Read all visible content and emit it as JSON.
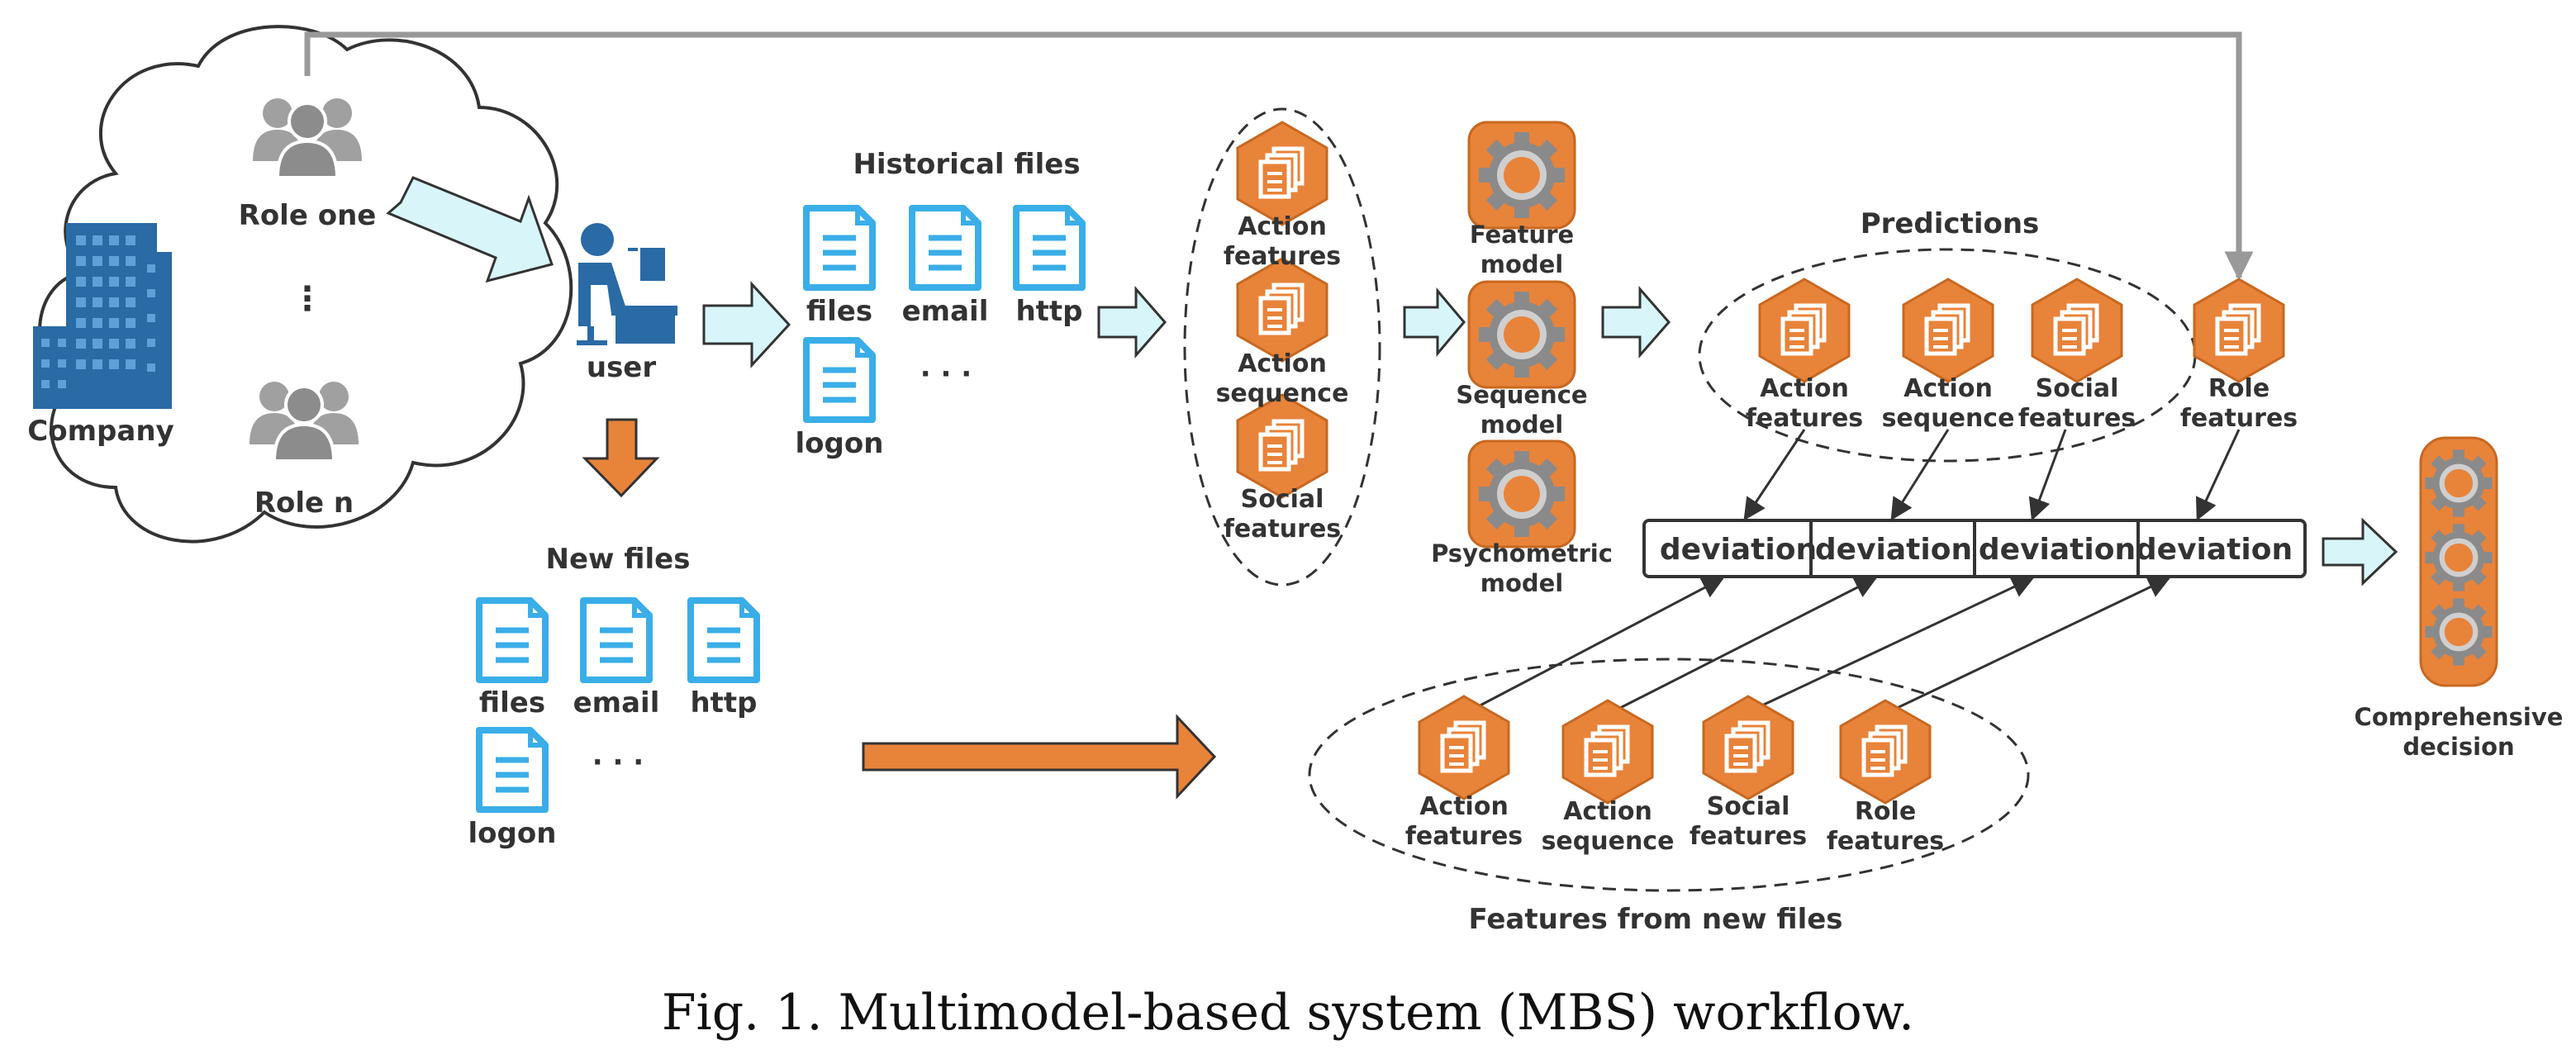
{
  "company": {
    "label": "Company"
  },
  "roles": {
    "role_one": "Role one",
    "ellipsis": "⋮",
    "role_n": "Role n"
  },
  "user": {
    "label": "user"
  },
  "historical": {
    "title": "Historical files",
    "files": [
      "files",
      "email",
      "http",
      "logon"
    ],
    "ellipsis": "· · ·"
  },
  "newfiles": {
    "title": "New files",
    "files": [
      "files",
      "email",
      "http",
      "logon"
    ],
    "ellipsis": "· · ·"
  },
  "feature_groups": {
    "left": [
      [
        "Action",
        "features"
      ],
      [
        "Action",
        "sequence"
      ],
      [
        "Social",
        "features"
      ]
    ]
  },
  "models": [
    [
      "Feature",
      "model"
    ],
    [
      "Sequence",
      "model"
    ],
    [
      "Psychometric",
      "model"
    ]
  ],
  "predictions": {
    "title": "Predictions",
    "items": [
      [
        "Action",
        "features"
      ],
      [
        "Action",
        "sequence"
      ],
      [
        "Social",
        "features"
      ]
    ],
    "role": [
      "Role",
      "features"
    ]
  },
  "deviation": [
    "deviation",
    "deviation",
    "deviation",
    "deviation"
  ],
  "new_features": {
    "items": [
      [
        "Action",
        "features"
      ],
      [
        "Action",
        "sequence"
      ],
      [
        "Social",
        "features"
      ],
      [
        "Role",
        "features"
      ]
    ],
    "title": "Features from new files"
  },
  "decision": [
    "Comprehensive",
    "decision"
  ],
  "caption": "Fig. 1.  Multimodel-based system (MBS) workflow.",
  "colors": {
    "orange": "#e8833a",
    "orange_dark": "#c86820",
    "blue_doc": "#3aaee8",
    "building": "#2a6aa5",
    "person_gray": "#9a9a9a",
    "arrow_light": "#d8f6fa"
  }
}
